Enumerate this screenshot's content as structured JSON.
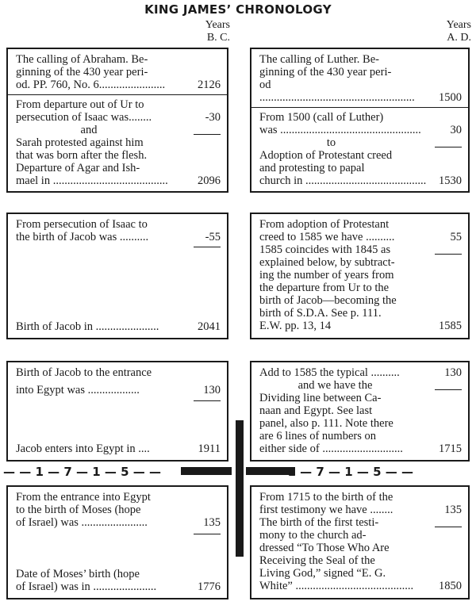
{
  "title": "KING JAMES’ CHRONOLOGY",
  "headers": {
    "bc": {
      "top": "Years",
      "bottom": "B. C."
    },
    "ad": {
      "top": "Years",
      "bottom": "A. D."
    }
  },
  "separator": {
    "left": "— — 1 — 7 — 1 — 5 — —",
    "right": "— — 1 — 7 — 1 — 5 — —"
  },
  "panels": {
    "p1_left": {
      "a_lines": [
        "The calling of Abraham. Be-",
        "ginning of the 430 year peri-"
      ],
      "a_last": "od. PP. 760, No. 6.......................",
      "a_val": "2126",
      "b_lines": [
        "From departure out of Ur to"
      ],
      "b_last": "persecution of Isaac was........",
      "b_val": "-30",
      "b_and": "and",
      "c_lines": [
        "Sarah protested against him",
        "that was born after the flesh.",
        "Departure of Agar and Ish-"
      ],
      "c_last": "mael in ........................................",
      "c_val": "2096"
    },
    "p1_right": {
      "a_lines": [
        "The calling of Luther. Be-",
        "ginning of the 430 year peri-"
      ],
      "a_last": "od ......................................................",
      "a_val": "1500",
      "b_lines": [
        "From 1500 (call of Luther)"
      ],
      "b_last": "was .................................................",
      "b_val": "30",
      "b_to": "to",
      "c_lines": [
        "Adoption of Protestant creed",
        "and protesting to papal"
      ],
      "c_last": "church in ..........................................",
      "c_val": "1530"
    },
    "p2_left": {
      "a_lines": [
        "From persecution of Isaac to"
      ],
      "a_last": "the birth of Jacob was ..........",
      "a_val": "-55",
      "b_last": "Birth of Jacob in ......................",
      "b_val": "2041"
    },
    "p2_right": {
      "a_lines": [
        "From adoption of Protestant"
      ],
      "a_last": "creed to 1585 we have ..........",
      "a_val": "55",
      "b_lines": [
        "1585 coincides with 1845 as",
        "explained below, by subtract-",
        "ing the number of years from",
        "the departure from Ur to the",
        "birth of Jacob—becoming the",
        "birth of S.D.A. See p. 111."
      ],
      "b_last": "E.W. pp. 13, 14",
      "b_val": "1585"
    },
    "p3_left": {
      "a_lines": [
        "Birth of Jacob to the entrance"
      ],
      "a_last": "into Egypt was ..................",
      "a_val": "130",
      "b_last": "Jacob enters into Egypt in ....",
      "b_val": "1911"
    },
    "p3_right": {
      "a_last": "Add to 1585 the typical ..........",
      "a_val": "130",
      "b_and": "and we have the",
      "b_lines": [
        "Dividing line between Ca-",
        "naan and Egypt. See last",
        "panel, also p. 111. Note there",
        "are 6 lines of numbers on"
      ],
      "b_last": "either side of ............................",
      "b_val": "1715"
    },
    "p4_left": {
      "a_lines": [
        "From the entrance into Egypt",
        "to the birth of Moses (hope"
      ],
      "a_last": "of Israel) was .......................",
      "a_val": "135",
      "b_lines": [
        "Date of Moses’ birth (hope"
      ],
      "b_last": "of Israel) was in ......................",
      "b_val": "1776"
    },
    "p4_right": {
      "a_lines": [
        "From 1715 to the birth of the"
      ],
      "a_last": "first testimony we have ........",
      "a_val": "135",
      "b_lines": [
        "The birth of the first testi-",
        "mony to the church ad-",
        "dressed “To Those Who Are",
        "Receiving the Seal of the",
        "Living God,” signed “E. G."
      ],
      "b_last": "White” .........................................",
      "b_val": "1850"
    }
  }
}
